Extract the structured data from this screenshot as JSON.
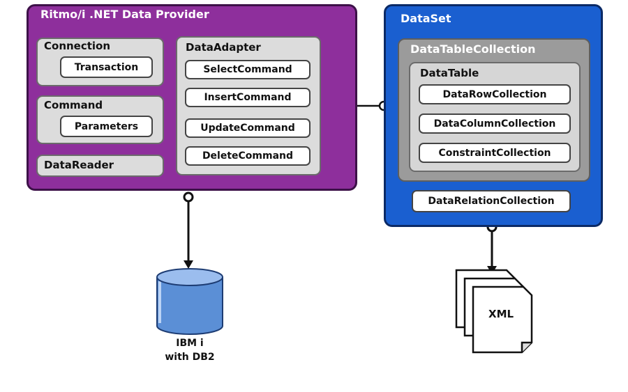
{
  "provider": {
    "title": "Ritmo/i .NET Data Provider",
    "connection": {
      "title": "Connection",
      "child": "Transaction"
    },
    "command": {
      "title": "Command",
      "child": "Parameters"
    },
    "datareader": {
      "title": "DataReader"
    },
    "dataadapter": {
      "title": "DataAdapter",
      "commands": [
        "SelectCommand",
        "InsertCommand",
        "UpdateCommand",
        "DeleteCommand"
      ]
    }
  },
  "dataset": {
    "title": "DataSet",
    "datatablecollection": {
      "title": "DataTableCollection",
      "datatable": {
        "title": "DataTable",
        "items": [
          "DataRowCollection",
          "DataColumnCollection",
          "ConstraintCollection"
        ]
      }
    },
    "datarelationcollection": "DataRelationCollection"
  },
  "database": {
    "line1": "IBM i",
    "line2": "with DB2"
  },
  "xml": {
    "label": "XML"
  },
  "colors": {
    "provider_fill": "#8e2f9c",
    "dataset_fill": "#1a5fd0",
    "panel_gray": "#dcdcdc",
    "cylinder_blue": "#5b8fd6"
  }
}
